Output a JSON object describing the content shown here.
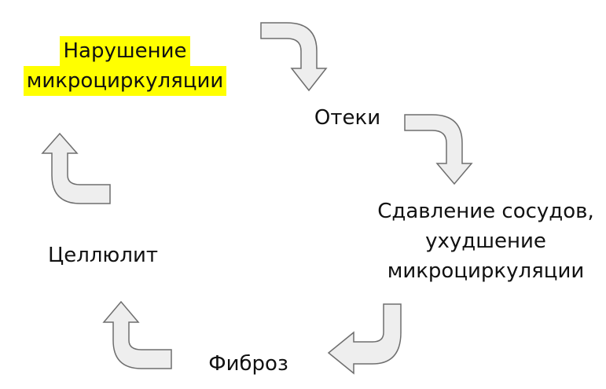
{
  "cycle": {
    "microcirculation_disorder": {
      "line1": "Нарушение",
      "line2": "микроциркуляции",
      "highlight_color": "#ffff00"
    },
    "edema": "Отеки",
    "vessel_compression": {
      "line1": "Сдавление сосудов,",
      "line2": "ухудшение",
      "line3": "микроциркуляции"
    },
    "fibrosis": "Фиброз",
    "cellulite": "Целлюлит",
    "arrow_fill_color": "#eeeeee",
    "arrow_stroke_color": "#6e6e6e"
  }
}
